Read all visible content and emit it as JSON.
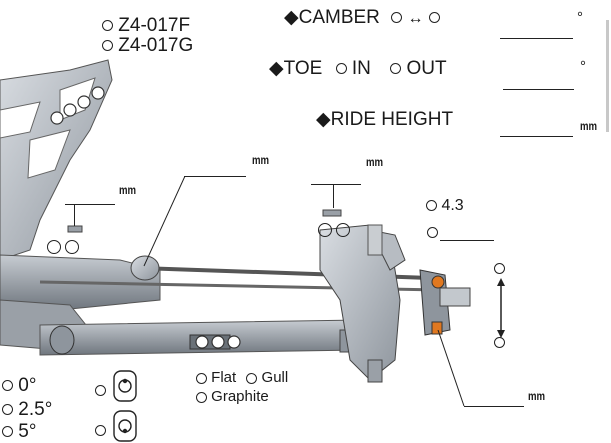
{
  "header": {
    "camber_label": "◆CAMBER",
    "camber_degree": "°",
    "toe_label": "◆TOE",
    "toe_in": "IN",
    "toe_out": "OUT",
    "toe_degree": "°",
    "ride_height_label": "◆RIDE HEIGHT",
    "ride_height_unit": "mm"
  },
  "parts": {
    "part_a": "Z4-017F",
    "part_b": "Z4-017G"
  },
  "callouts": {
    "link_unit": "mm",
    "left_spacer_unit": "mm",
    "right_spacer_unit": "mm",
    "hub_value": "4.3",
    "bottom_unit": "mm"
  },
  "arm_options": {
    "flat": "Flat",
    "gull": "Gull",
    "graphite": "Graphite"
  },
  "toein_options": {
    "opt1": "0°",
    "opt2": "2.5°",
    "opt3": "5°"
  }
}
